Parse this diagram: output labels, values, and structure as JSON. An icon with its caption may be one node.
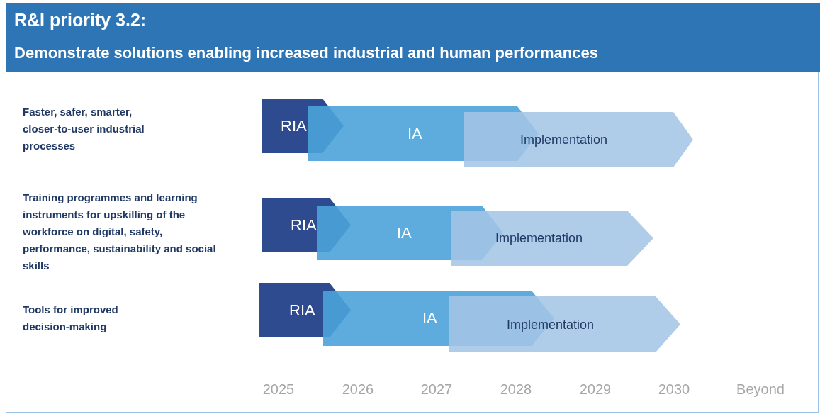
{
  "diagram": {
    "title": "R&I priority 3.2:",
    "nodes": [
      {
        "text": [
          "RIA"
        ]
      },
      {
        "text": [
          "IA"
        ]
      },
      {
        "text": [
          "Implementation"
        ]
      },
      {
        "text": [
          "RIA"
        ]
      },
      {
        "text": [
          "IA"
        ]
      },
      {
        "text": [
          "Implementation"
        ]
      },
      {
        "text": [
          "RIA"
        ]
      },
      {
        "text": [
          "IA"
        ]
      },
      {
        "text": [
          "Implementation"
        ]
      }
    ],
    "edges": [],
    "labels": [
      "Demonstrate solutions enabling increased industrial and human performances",
      "Faster, safer, smarter, closer-to-user industrial processes",
      "Training programmes and learning instruments for upskilling of the workforce on digital, safety, performance, sustainability and social skills",
      "Tools for improved decision-making",
      "2025",
      "2026",
      "2027",
      "2028",
      "2029",
      "2030",
      "Beyond"
    ]
  }
}
